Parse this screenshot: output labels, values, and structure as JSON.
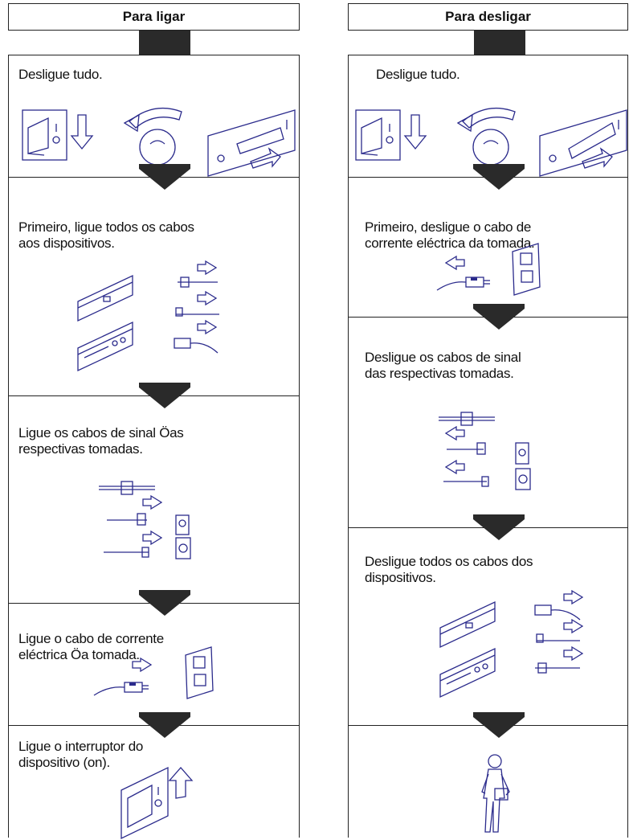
{
  "left": {
    "header": "Para ligar",
    "steps": [
      {
        "text": "Desligue tudo."
      },
      {
        "text": "Primeiro, ligue todos os cabos\naos dispositivos."
      },
      {
        "text": "Ligue os cabos de sinal Öas\nrespectivas tomadas."
      },
      {
        "text": "Ligue o cabo de corrente\neléctrica Öa tomada."
      },
      {
        "text": "Ligue o interruptor do\ndispositivo (on)."
      }
    ]
  },
  "right": {
    "header": "Para desligar",
    "steps": [
      {
        "text": "Desligue tudo."
      },
      {
        "text": "Primeiro, desligue o cabo de\ncorrente eléctrica da tomada."
      },
      {
        "text": "Desligue os cabos de sinal\ndas respectivas tomadas."
      },
      {
        "text": "Desligue todos os cabos dos\ndispositivos."
      },
      {
        "text": ""
      }
    ]
  },
  "icons": [
    "power-switch-icon",
    "rotary-knob-icon",
    "rocker-switch-icon",
    "device-icon",
    "cable-plug-icon",
    "wall-outlet-icon",
    "walking-person-icon",
    "flow-arrow-icon"
  ]
}
